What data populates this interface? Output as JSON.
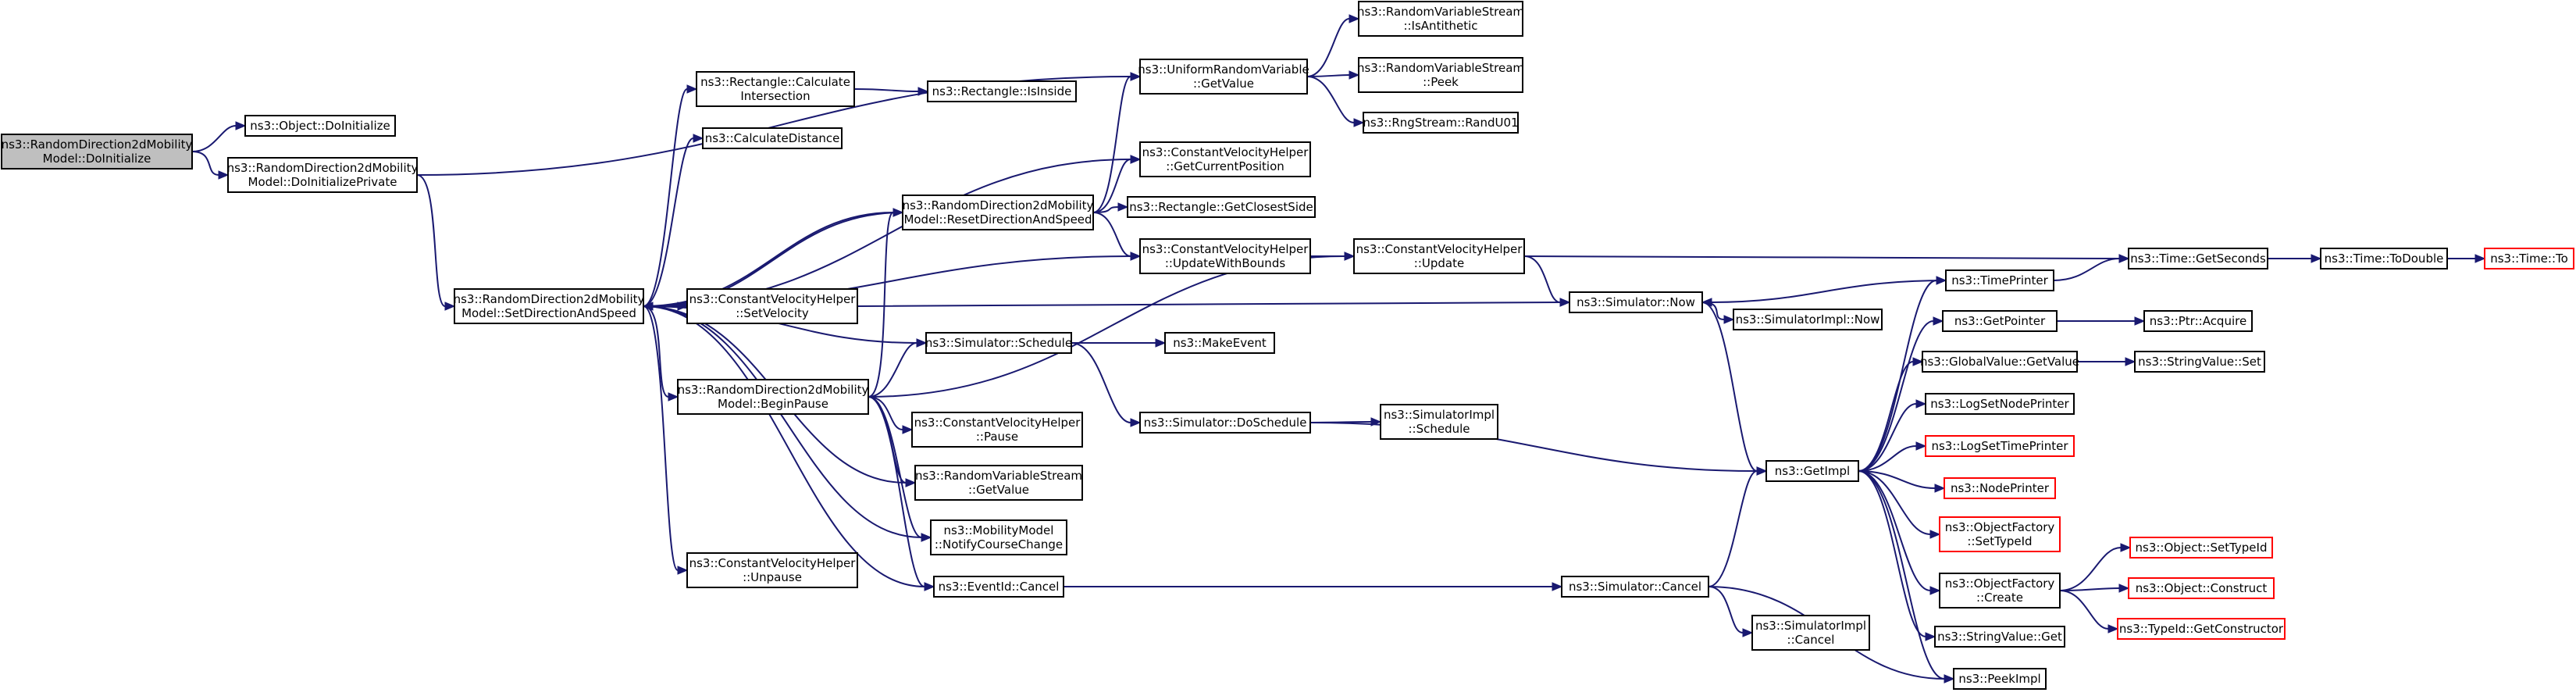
{
  "nodes": [
    {
      "id": "n_root",
      "lines": [
        "ns3::RandomDirection2dMobility",
        "Model::DoInitialize"
      ],
      "root": true
    },
    {
      "id": "n_doinit",
      "lines": [
        "ns3::Object::DoInitialize"
      ]
    },
    {
      "id": "n_doinitpriv",
      "lines": [
        "ns3::RandomDirection2dMobility",
        "Model::DoInitializePrivate"
      ]
    },
    {
      "id": "n_setdir",
      "lines": [
        "ns3::RandomDirection2dMobility",
        "Model::SetDirectionAndSpeed"
      ]
    },
    {
      "id": "n_rectcalc",
      "lines": [
        "ns3::Rectangle::Calculate",
        "Intersection"
      ]
    },
    {
      "id": "n_calcdist",
      "lines": [
        "ns3::CalculateDistance"
      ]
    },
    {
      "id": "n_isinside",
      "lines": [
        "ns3::Rectangle::IsInside"
      ]
    },
    {
      "id": "n_urv",
      "lines": [
        "ns3::UniformRandomVariable",
        "::GetValue"
      ]
    },
    {
      "id": "n_isanti",
      "lines": [
        "ns3::RandomVariableStream",
        "::IsAntithetic"
      ]
    },
    {
      "id": "n_peek",
      "lines": [
        "ns3::RandomVariableStream",
        "::Peek"
      ]
    },
    {
      "id": "n_randu01",
      "lines": [
        "ns3::RngStream::RandU01"
      ]
    },
    {
      "id": "n_getcurpos",
      "lines": [
        "ns3::ConstantVelocityHelper",
        "::GetCurrentPosition"
      ]
    },
    {
      "id": "n_reset",
      "lines": [
        "ns3::RandomDirection2dMobility",
        "Model::ResetDirectionAndSpeed"
      ]
    },
    {
      "id": "n_closest",
      "lines": [
        "ns3::Rectangle::GetClosestSide"
      ]
    },
    {
      "id": "n_updbounds",
      "lines": [
        "ns3::ConstantVelocityHelper",
        "::UpdateWithBounds"
      ]
    },
    {
      "id": "n_cvhupdate",
      "lines": [
        "ns3::ConstantVelocityHelper",
        "::Update"
      ]
    },
    {
      "id": "n_setvel",
      "lines": [
        "ns3::ConstantVelocityHelper",
        "::SetVelocity"
      ]
    },
    {
      "id": "n_now",
      "lines": [
        "ns3::Simulator::Now"
      ]
    },
    {
      "id": "n_implnow",
      "lines": [
        "ns3::SimulatorImpl::Now"
      ]
    },
    {
      "id": "n_timeprinter",
      "lines": [
        "ns3::TimePrinter"
      ]
    },
    {
      "id": "n_getseconds",
      "lines": [
        "ns3::Time::GetSeconds"
      ]
    },
    {
      "id": "n_todouble",
      "lines": [
        "ns3::Time::ToDouble"
      ]
    },
    {
      "id": "n_timeto",
      "lines": [
        "ns3::Time::To"
      ],
      "truncated": true
    },
    {
      "id": "n_schedule",
      "lines": [
        "ns3::Simulator::Schedule"
      ]
    },
    {
      "id": "n_makeevent",
      "lines": [
        "ns3::MakeEvent"
      ]
    },
    {
      "id": "n_beginpause",
      "lines": [
        "ns3::RandomDirection2dMobility",
        "Model::BeginPause"
      ]
    },
    {
      "id": "n_pause",
      "lines": [
        "ns3::ConstantVelocityHelper",
        "::Pause"
      ]
    },
    {
      "id": "n_rvsget",
      "lines": [
        "ns3::RandomVariableStream",
        "::GetValue"
      ]
    },
    {
      "id": "n_notify",
      "lines": [
        "ns3::MobilityModel",
        "::NotifyCourseChange"
      ]
    },
    {
      "id": "n_unpause",
      "lines": [
        "ns3::ConstantVelocityHelper",
        "::Unpause"
      ]
    },
    {
      "id": "n_cancel",
      "lines": [
        "ns3::EventId::Cancel"
      ]
    },
    {
      "id": "n_doschedule",
      "lines": [
        "ns3::Simulator::DoSchedule"
      ]
    },
    {
      "id": "n_implschedule",
      "lines": [
        "ns3::SimulatorImpl",
        "::Schedule"
      ]
    },
    {
      "id": "n_simcancel",
      "lines": [
        "ns3::Simulator::Cancel"
      ]
    },
    {
      "id": "n_implcancel",
      "lines": [
        "ns3::SimulatorImpl",
        "::Cancel"
      ]
    },
    {
      "id": "n_getimpl",
      "lines": [
        "ns3::GetImpl"
      ]
    },
    {
      "id": "n_getpointer",
      "lines": [
        "ns3::GetPointer"
      ]
    },
    {
      "id": "n_acquire",
      "lines": [
        "ns3::Ptr::Acquire"
      ]
    },
    {
      "id": "n_globalget",
      "lines": [
        "ns3::GlobalValue::GetValue"
      ]
    },
    {
      "id": "n_stringset",
      "lines": [
        "ns3::StringValue::Set"
      ]
    },
    {
      "id": "n_lognode",
      "lines": [
        "ns3::LogSetNodePrinter"
      ]
    },
    {
      "id": "n_logtime",
      "lines": [
        "ns3::LogSetTimePrinter"
      ],
      "truncated": true
    },
    {
      "id": "n_nodeprinter",
      "lines": [
        "ns3::NodePrinter"
      ],
      "truncated": true
    },
    {
      "id": "n_ofsettype",
      "lines": [
        "ns3::ObjectFactory",
        "::SetTypeId"
      ],
      "truncated": true
    },
    {
      "id": "n_ofcreate",
      "lines": [
        "ns3::ObjectFactory",
        "::Create"
      ]
    },
    {
      "id": "n_objsettype",
      "lines": [
        "ns3::Object::SetTypeId"
      ],
      "truncated": true
    },
    {
      "id": "n_objconstruct",
      "lines": [
        "ns3::Object::Construct"
      ],
      "truncated": true
    },
    {
      "id": "n_getctor",
      "lines": [
        "ns3::TypeId::GetConstructor"
      ],
      "truncated": true
    },
    {
      "id": "n_stringget",
      "lines": [
        "ns3::StringValue::Get"
      ]
    },
    {
      "id": "n_peekimpl",
      "lines": [
        "ns3::PeekImpl"
      ]
    }
  ],
  "edges": [
    [
      "n_root",
      "n_doinit"
    ],
    [
      "n_root",
      "n_doinitpriv"
    ],
    [
      "n_doinitpriv",
      "n_setdir"
    ],
    [
      "n_doinitpriv",
      "n_urv"
    ],
    [
      "n_setdir",
      "n_rectcalc"
    ],
    [
      "n_setdir",
      "n_calcdist"
    ],
    [
      "n_setdir",
      "n_getcurpos"
    ],
    [
      "n_setdir",
      "n_reset"
    ],
    [
      "n_setdir",
      "n_updbounds"
    ],
    [
      "n_setdir",
      "n_setvel"
    ],
    [
      "n_setdir",
      "n_schedule"
    ],
    [
      "n_setdir",
      "n_beginpause"
    ],
    [
      "n_setdir",
      "n_rvsget"
    ],
    [
      "n_setdir",
      "n_notify"
    ],
    [
      "n_setdir",
      "n_cancel"
    ],
    [
      "n_setdir",
      "n_unpause"
    ],
    [
      "n_rectcalc",
      "n_isinside"
    ],
    [
      "n_urv",
      "n_isanti"
    ],
    [
      "n_urv",
      "n_peek"
    ],
    [
      "n_urv",
      "n_randu01"
    ],
    [
      "n_reset",
      "n_urv"
    ],
    [
      "n_reset",
      "n_getcurpos"
    ],
    [
      "n_reset",
      "n_closest"
    ],
    [
      "n_reset",
      "n_updbounds"
    ],
    [
      "n_reset",
      "n_setdir"
    ],
    [
      "n_updbounds",
      "n_cvhupdate"
    ],
    [
      "n_cvhupdate",
      "n_now"
    ],
    [
      "n_cvhupdate",
      "n_getseconds"
    ],
    [
      "n_setvel",
      "n_now"
    ],
    [
      "n_now",
      "n_implnow"
    ],
    [
      "n_now",
      "n_getimpl"
    ],
    [
      "n_timeprinter",
      "n_now"
    ],
    [
      "n_timeprinter",
      "n_getseconds"
    ],
    [
      "n_getseconds",
      "n_todouble"
    ],
    [
      "n_todouble",
      "n_timeto"
    ],
    [
      "n_schedule",
      "n_makeevent"
    ],
    [
      "n_schedule",
      "n_doschedule"
    ],
    [
      "n_beginpause",
      "n_reset"
    ],
    [
      "n_beginpause",
      "n_schedule"
    ],
    [
      "n_beginpause",
      "n_cvhupdate"
    ],
    [
      "n_beginpause",
      "n_pause"
    ],
    [
      "n_beginpause",
      "n_rvsget"
    ],
    [
      "n_beginpause",
      "n_notify"
    ],
    [
      "n_beginpause",
      "n_cancel"
    ],
    [
      "n_doschedule",
      "n_implschedule"
    ],
    [
      "n_doschedule",
      "n_getimpl"
    ],
    [
      "n_cancel",
      "n_simcancel"
    ],
    [
      "n_simcancel",
      "n_implcancel"
    ],
    [
      "n_simcancel",
      "n_getimpl"
    ],
    [
      "n_simcancel",
      "n_peekimpl"
    ],
    [
      "n_getimpl",
      "n_timeprinter"
    ],
    [
      "n_getimpl",
      "n_getpointer"
    ],
    [
      "n_getimpl",
      "n_globalget"
    ],
    [
      "n_getimpl",
      "n_lognode"
    ],
    [
      "n_getimpl",
      "n_logtime"
    ],
    [
      "n_getimpl",
      "n_nodeprinter"
    ],
    [
      "n_getimpl",
      "n_ofsettype"
    ],
    [
      "n_getimpl",
      "n_ofcreate"
    ],
    [
      "n_getimpl",
      "n_stringget"
    ],
    [
      "n_getimpl",
      "n_peekimpl"
    ],
    [
      "n_getpointer",
      "n_acquire"
    ],
    [
      "n_globalget",
      "n_stringset"
    ],
    [
      "n_ofcreate",
      "n_objsettype"
    ],
    [
      "n_ofcreate",
      "n_objconstruct"
    ],
    [
      "n_ofcreate",
      "n_getctor"
    ]
  ]
}
